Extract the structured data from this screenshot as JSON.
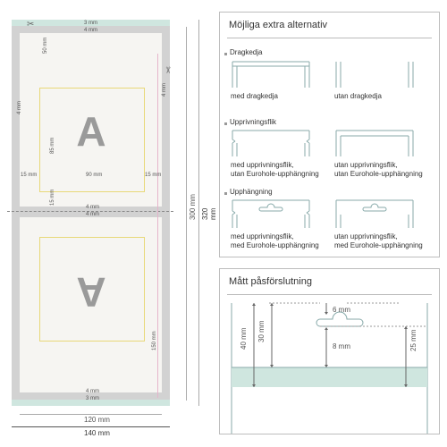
{
  "left": {
    "dims": {
      "top_3": "3 mm",
      "top_4": "4 mm",
      "d50": "50 mm",
      "d85": "85 mm",
      "d90": "90 mm",
      "d15_left": "15 mm",
      "d15_right": "15 mm",
      "d15_vert": "15 mm",
      "side4_left": "4 mm",
      "side4_right": "4 mm",
      "mid4_a": "4 mm",
      "mid4_b": "4 mm",
      "d150": "150 mm",
      "bot_4": "4 mm",
      "bot_3": "3 mm",
      "d300": "300 mm",
      "d320": "320 mm",
      "d120": "120 mm",
      "d140": "140 mm"
    },
    "letter_top": "A",
    "letter_bottom": "A"
  },
  "options": {
    "title": "Möjliga extra alternativ",
    "dragkedja": {
      "heading": "Dragkedja",
      "with": "med dragkedja",
      "without": "utan dragkedja"
    },
    "flik": {
      "heading": "Upprivningsflik",
      "with_1": "med upprivningsflik,",
      "with_2": "utan Eurohole-upphängning",
      "without_1": "utan upprivningsflik,",
      "without_2": "utan Eurohole-upphängning"
    },
    "hang": {
      "heading": "Upphängning",
      "with_1": "med upprivningsflik,",
      "with_2": "med Eurohole-upphängning",
      "without_1": "utan upprivningsflik,",
      "without_2": "med Eurohole-upphängning"
    }
  },
  "closure": {
    "title": "Mått påsförslutning",
    "d6": "6 mm",
    "d8": "8 mm",
    "d40": "40 mm",
    "d30": "30 mm",
    "d25": "25 mm"
  },
  "colors": {
    "mint": "#cfe6df",
    "gray": "#cfcfcf",
    "yellow": "#e8d878",
    "pink": "#e6b5cc",
    "line": "#8aa"
  }
}
